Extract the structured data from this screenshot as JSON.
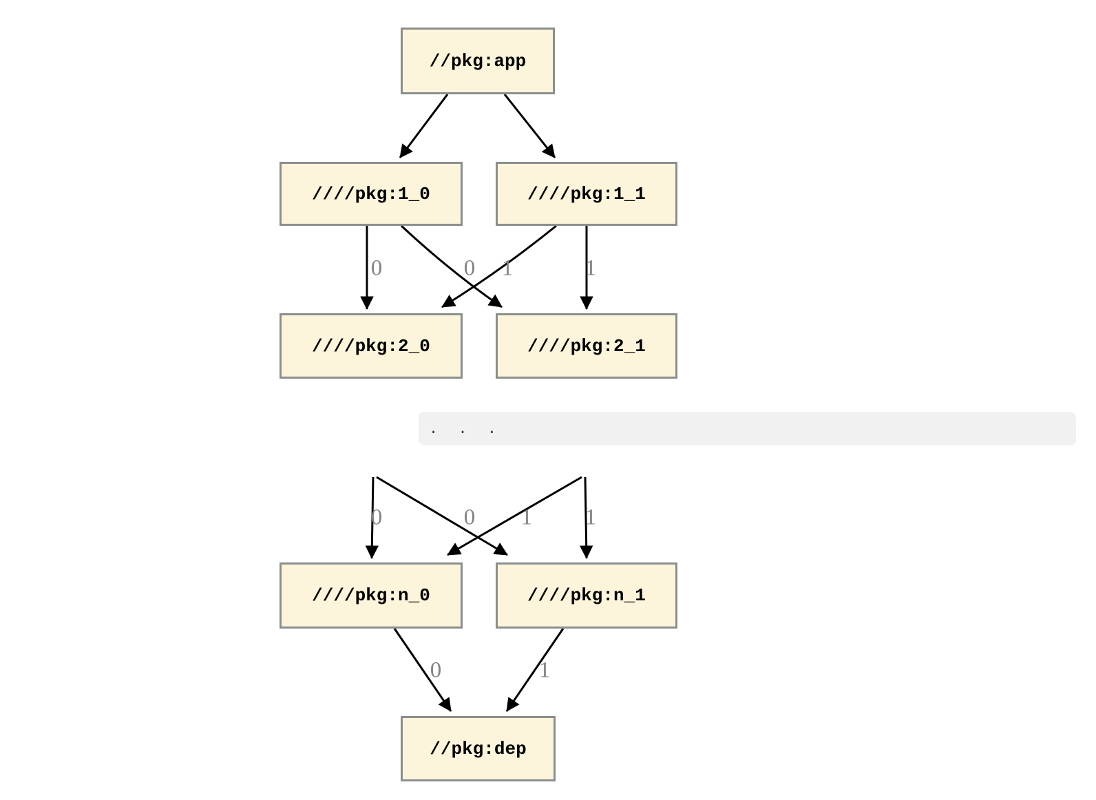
{
  "colors": {
    "node_fill": "#fcf5dc",
    "node_border": "#8a8f8c",
    "edge_color": "#000000",
    "edge_label": "#848484",
    "band_bg": "#f1f1f1",
    "band_text": "#333333"
  },
  "diagram": {
    "type": "dependency-graph",
    "ellipsis": {
      "text": ". . ."
    },
    "nodes": {
      "app": {
        "label": "//pkg:app"
      },
      "n1_0": {
        "label": "////pkg:1_0"
      },
      "n1_1": {
        "label": "////pkg:1_1"
      },
      "n2_0": {
        "label": "////pkg:2_0"
      },
      "n2_1": {
        "label": "////pkg:2_1"
      },
      "nn_0": {
        "label": "////pkg:n_0"
      },
      "nn_1": {
        "label": "////pkg:n_1"
      },
      "dep": {
        "label": "//pkg:dep"
      }
    },
    "edges": [
      {
        "from": "//pkg:app",
        "to": "////pkg:1_0",
        "label": ""
      },
      {
        "from": "//pkg:app",
        "to": "////pkg:1_1",
        "label": ""
      },
      {
        "from": "////pkg:1_0",
        "to": "////pkg:2_0",
        "label": "0"
      },
      {
        "from": "////pkg:1_0",
        "to": "////pkg:2_1",
        "label": "1"
      },
      {
        "from": "////pkg:1_1",
        "to": "////pkg:2_0",
        "label": "0"
      },
      {
        "from": "////pkg:1_1",
        "to": "////pkg:2_1",
        "label": "1"
      },
      {
        "from": "...",
        "to": "////pkg:n_0",
        "label": "0"
      },
      {
        "from": "...",
        "to": "////pkg:n_1",
        "label": "1"
      },
      {
        "from": "...",
        "to": "////pkg:n_0",
        "label": "0"
      },
      {
        "from": "...",
        "to": "////pkg:n_1",
        "label": "1"
      },
      {
        "from": "////pkg:n_0",
        "to": "//pkg:dep",
        "label": "0"
      },
      {
        "from": "////pkg:n_1",
        "to": "//pkg:dep",
        "label": "1"
      }
    ]
  }
}
